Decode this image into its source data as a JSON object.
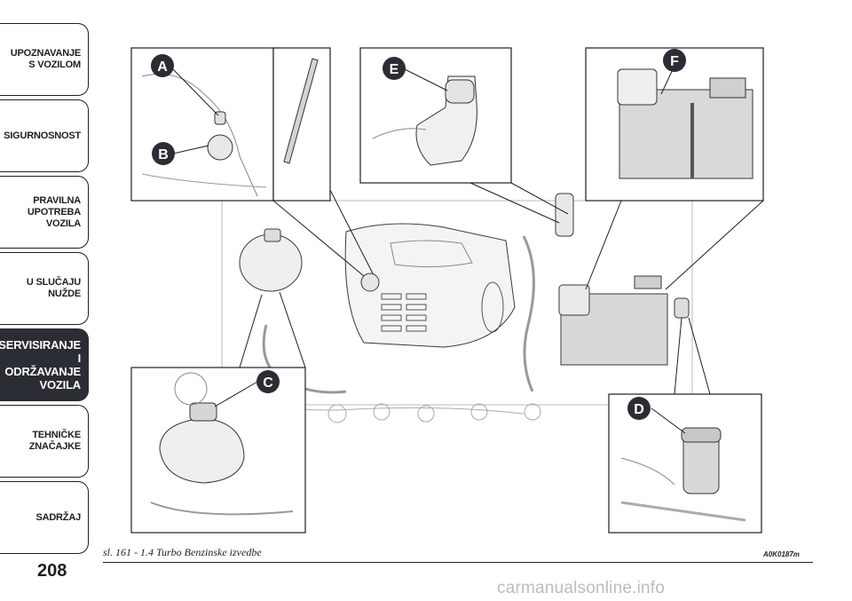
{
  "sidebar": {
    "tabs": [
      {
        "label": "UPOZNAVANJE\nS VOZILOM",
        "active": false
      },
      {
        "label": "SIGURNOSNOST",
        "active": false
      },
      {
        "label": "PRAVILNA\nUPOTREBA\nVOZILA",
        "active": false
      },
      {
        "label": "U SLUČAJU\nNUŽDE",
        "active": false
      },
      {
        "label": "SERVISIRANJE I\nODRŽAVANJE\nVOZILA",
        "active": true
      },
      {
        "label": "TEHNIČKE\nZNAČAJKE",
        "active": false
      },
      {
        "label": "SADRŽAJ",
        "active": false
      }
    ]
  },
  "page_number": "208",
  "figure": {
    "callouts": [
      "A",
      "B",
      "C",
      "D",
      "E",
      "F"
    ],
    "callout_color": "#2b2d34"
  },
  "caption": {
    "text": "sl. 161 - 1.4 Turbo Benzinske izvedbe",
    "code": "A0K0187m"
  },
  "watermark": "carmanualsonline.info"
}
